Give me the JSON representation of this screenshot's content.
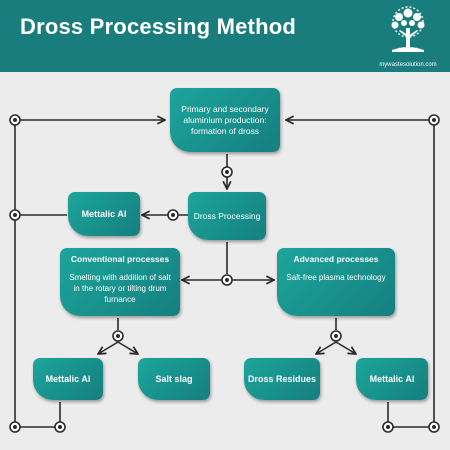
{
  "header": {
    "title": "Dross Processing Method",
    "brand": "mywastesolution.com",
    "logo_icon": "tree-logo-icon"
  },
  "colors": {
    "header_bg": "#1a7d7d",
    "box_light": "#1ca59b",
    "box_dark": "#157f80",
    "line": "#2b2b2b",
    "background": "#ececec"
  },
  "nodes": {
    "production": "Primary and secondary aluminium production: formation of dross",
    "dross_processing": "Dross Processing",
    "metallic_al_top": "Mettalic Al",
    "conventional": {
      "title": "Conventional processes",
      "body": "Smelting with addition of salt in the rotary or tilting drum furnance"
    },
    "advanced": {
      "title": "Advanced processes",
      "body": "Salt-free plasma technology"
    },
    "metallic_al_left": "Mettalic Al",
    "salt_slag": "Salt slag",
    "dross_residues": "Dross Residues",
    "metallic_al_right": "Mettalic Al"
  }
}
